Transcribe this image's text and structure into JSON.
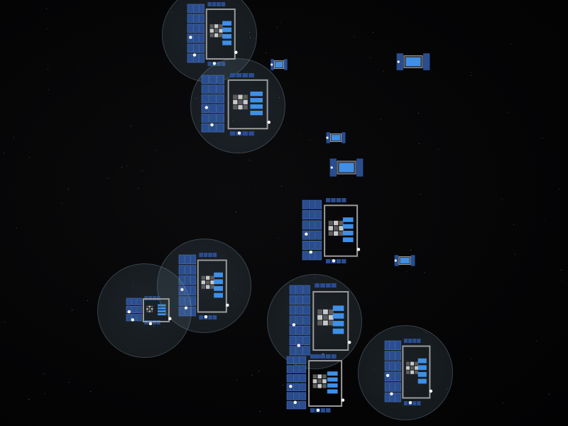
{
  "scene": {
    "background": "#000000",
    "hull_color": "#9a9a9a",
    "panel_color": "#2a4d8f",
    "engine_color": "#3f8fe6",
    "thruster_glow": "#ffffff",
    "shield_color": "#7fa0b4",
    "fleet": [
      {
        "kind": "shielded-carrier",
        "shielded": true
      },
      {
        "kind": "shielded-battleship",
        "shielded": true
      },
      {
        "kind": "scout-drone",
        "shielded": false
      },
      {
        "kind": "frigate",
        "shielded": false
      },
      {
        "kind": "fighter",
        "shielded": false
      },
      {
        "kind": "gunboat",
        "shielded": false
      },
      {
        "kind": "cruiser",
        "shielded": false
      },
      {
        "kind": "interceptor",
        "shielded": false
      },
      {
        "kind": "shielded-cruiser",
        "shielded": true
      },
      {
        "kind": "shielded-corvette",
        "shielded": true
      },
      {
        "kind": "shielded-dreadnought",
        "shielded": true
      },
      {
        "kind": "cruiser",
        "shielded": false
      },
      {
        "kind": "shielded-carrier",
        "shielded": true
      }
    ]
  }
}
